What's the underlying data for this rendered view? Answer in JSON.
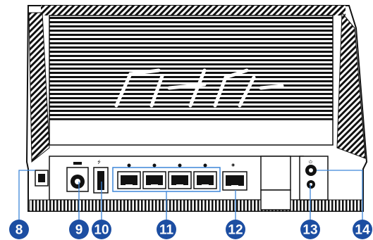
{
  "colors": {
    "body": "#ffffff",
    "outline": "#111111",
    "port": "#111111",
    "highlight": "#3d86d9",
    "callout": "#1c4ea2",
    "callout_text": "#ffffff"
  },
  "callouts": {
    "c8": "8",
    "c9": "9",
    "c10": "10",
    "c11": "11",
    "c12": "12",
    "c13": "13",
    "c14": "14"
  },
  "icons": {
    "usb": "usb-icon",
    "wan": "globe-icon",
    "power": "power-icon",
    "wps": "wps-icon"
  }
}
